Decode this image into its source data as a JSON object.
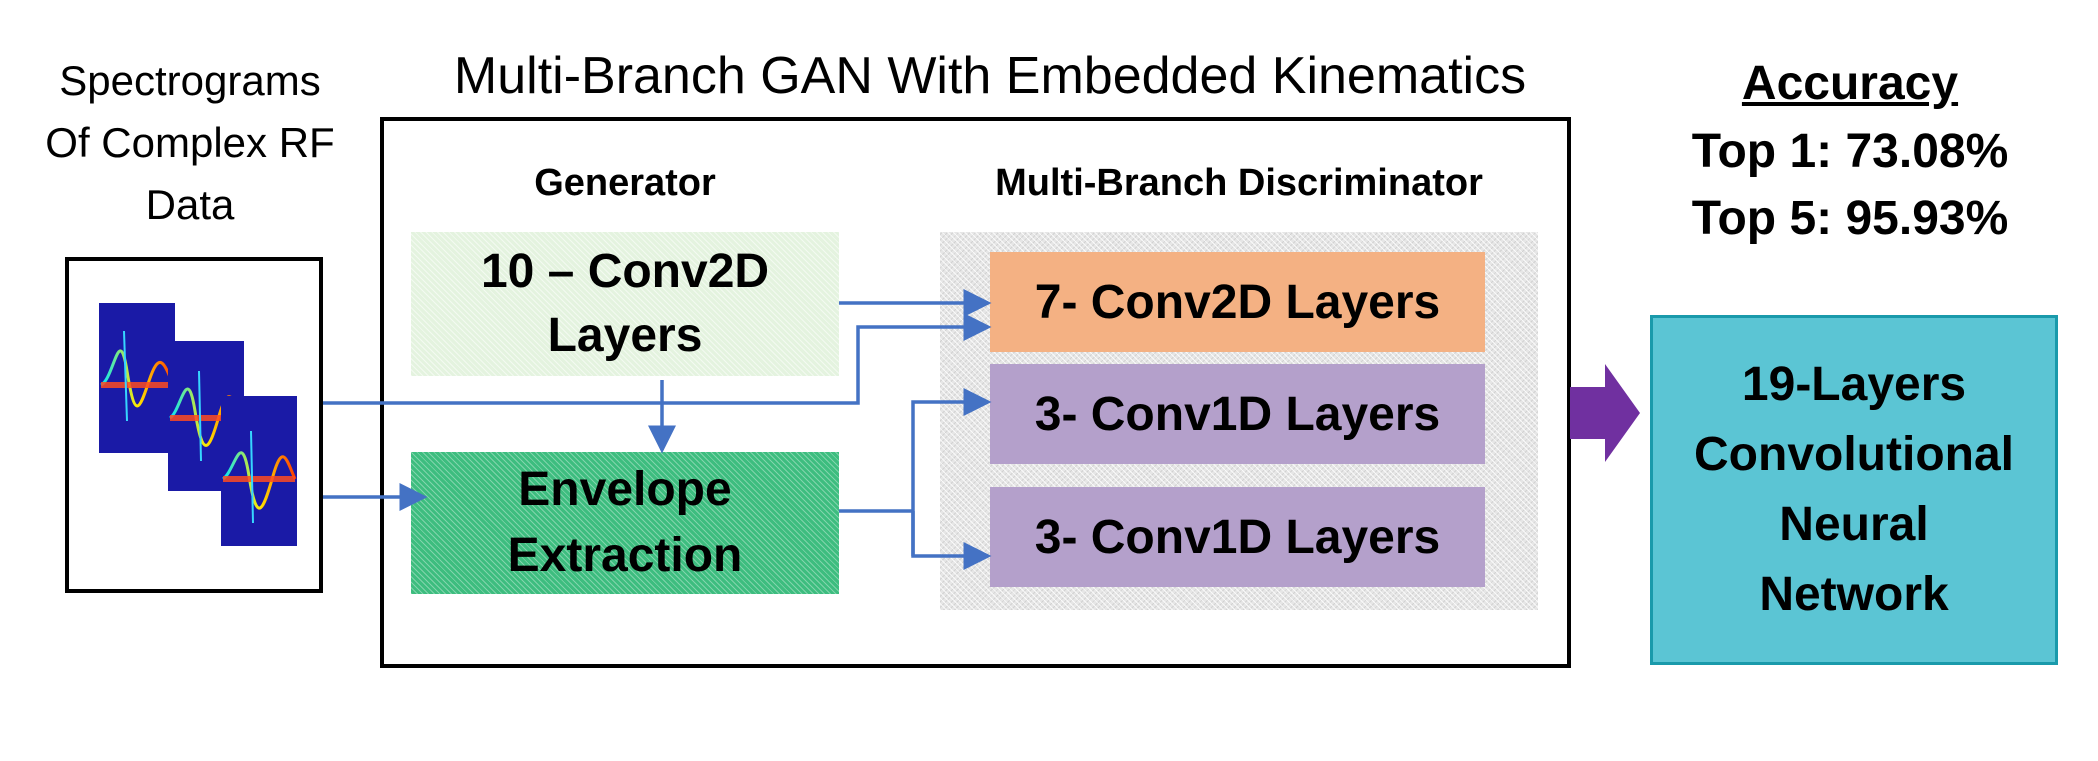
{
  "input": {
    "label_lines": [
      "Spectrograms",
      "Of Complex RF",
      "Data"
    ]
  },
  "gan": {
    "title": "Multi-Branch GAN With Embedded Kinematics",
    "generator_title": "Generator",
    "generator_box_lines": [
      "10 – Conv2D",
      "Layers"
    ],
    "envelope_box_lines": [
      "Envelope",
      "Extraction"
    ],
    "discriminator_title": "Multi-Branch Discriminator",
    "branches": [
      "7- Conv2D Layers",
      "3- Conv1D Layers",
      "3- Conv1D Layers"
    ]
  },
  "accuracy": {
    "title": "Accuracy",
    "top1": "Top 1: 73.08%",
    "top5": "Top 5: 95.93%"
  },
  "classifier": {
    "label_lines": [
      "19-Layers",
      "Convolutional",
      "Neural",
      "Network"
    ]
  },
  "colors": {
    "arrow": "#4472c4",
    "output_arrow": "#7030a0",
    "generator_fill": "#e4f3df",
    "envelope_fill": "#3dbd7f",
    "conv2d_fill": "#f4b183",
    "conv1d_fill": "#b4a0cb",
    "classifier_fill": "#5bc5d4",
    "spectrogram_bg": "#1a1aa6"
  },
  "icons": {
    "spectrogram_stack": "spectrogram-thumbnails-icon",
    "flow_arrow": "arrow-right-icon",
    "output_arrow": "block-arrow-right-icon"
  }
}
